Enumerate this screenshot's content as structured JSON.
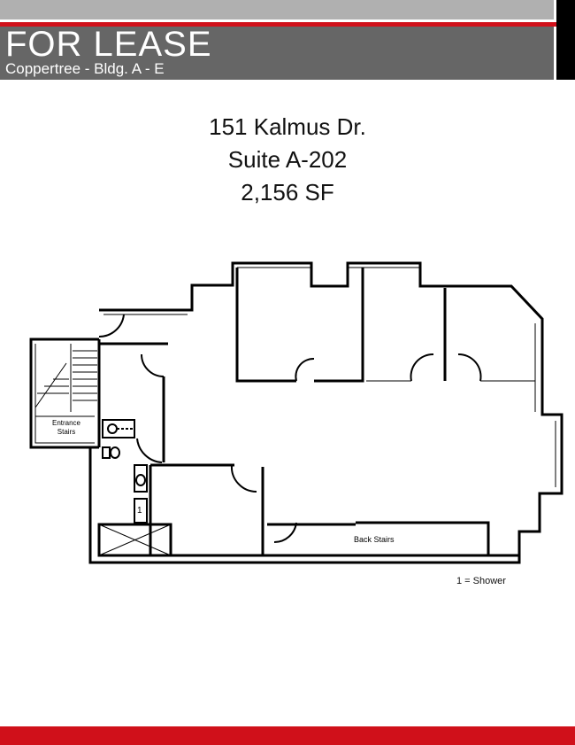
{
  "header": {
    "title": "FOR LEASE",
    "subtitle": "Coppertree - Bldg. A - E"
  },
  "listing": {
    "address": "151 Kalmus Dr.",
    "suite": "Suite A-202",
    "area": "2,156 SF"
  },
  "floorplan": {
    "entrance_label_1": "Entrance",
    "entrance_label_2": "Stairs",
    "back_stairs_label": "Back Stairs",
    "shower_marker": "1"
  },
  "legend": {
    "shower": "1 = Shower"
  },
  "colors": {
    "accent_red": "#d0101a",
    "band_gray": "#666666",
    "top_gray": "#b0b0b0"
  }
}
